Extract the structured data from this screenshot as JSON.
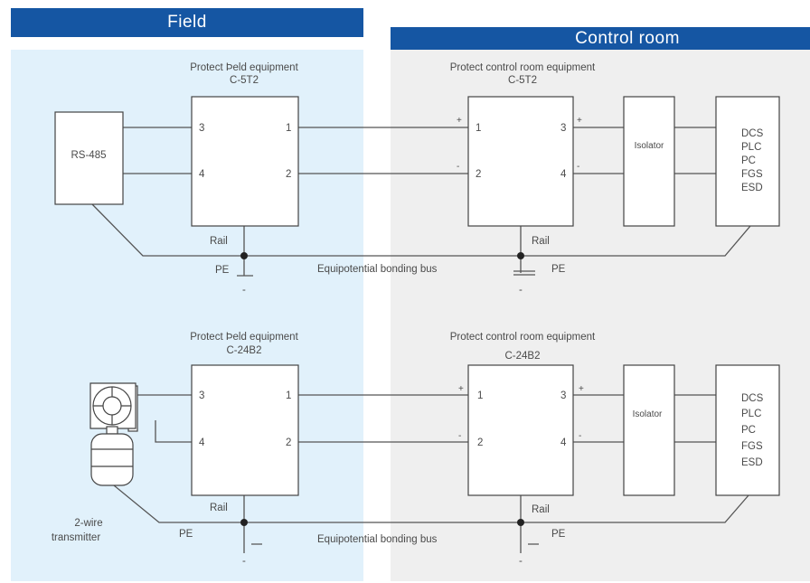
{
  "zones": {
    "field_label": "Field",
    "control_label": "Control room"
  },
  "diagram1": {
    "field_title": "Protect Þeld equipment",
    "field_model": "C-5T2",
    "control_title": "Protect control room equipment",
    "control_model": "C-5T2",
    "device": "RS-485",
    "rail_label": "Rail",
    "pe_label": "PE",
    "bus_label": "Equipotential bonding bus",
    "isolator": "Isolator",
    "systems": [
      "DCS",
      "PLC",
      "PC",
      "FGS",
      "ESD"
    ]
  },
  "diagram2": {
    "field_title": "Protect Þeld equipment",
    "field_model": "C-24B2",
    "control_title": "Protect control room equipment",
    "control_model": "C-24B2",
    "device_line1": "2-wire",
    "device_line2": "transmitter",
    "rail_label": "Rail",
    "pe_label": "PE",
    "bus_label": "Equipotential bonding bus",
    "isolator": "Isolator",
    "systems": [
      "DCS",
      "PLC",
      "PC",
      "FGS",
      "ESD"
    ]
  },
  "terminals": {
    "t1": "1",
    "t2": "2",
    "t3": "3",
    "t4": "4",
    "plus": "+",
    "minus": "-",
    "ground_sign": "-"
  },
  "colors": {
    "banner": "#1556a3",
    "field_bg": "#e1f1fb",
    "control_bg": "#efefef",
    "wire": "#555555"
  }
}
